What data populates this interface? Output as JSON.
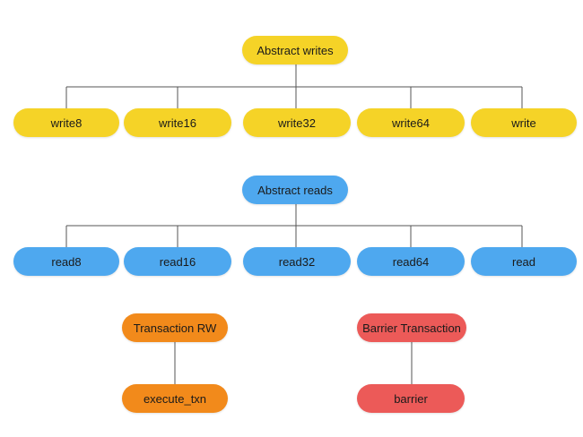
{
  "writes": {
    "root": "Abstract writes",
    "children": [
      "write8",
      "write16",
      "write32",
      "write64",
      "write"
    ]
  },
  "reads": {
    "root": "Abstract reads",
    "children": [
      "read8",
      "read16",
      "read32",
      "read64",
      "read"
    ]
  },
  "transaction": {
    "root": "Transaction RW",
    "child": "execute_txn"
  },
  "barrier": {
    "root": "Barrier Transaction",
    "child": "barrier"
  },
  "colors": {
    "writes": "#f5d327",
    "reads": "#4ea8ef",
    "transaction": "#f28a1b",
    "barrier": "#ec5a58",
    "connector": "#555555"
  }
}
